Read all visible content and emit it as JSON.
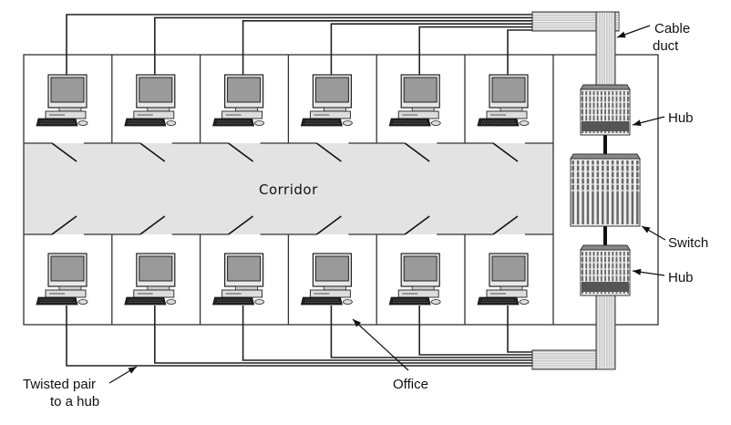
{
  "figure": {
    "corridor_label": "Corridor",
    "labels": {
      "cable_duct_line1": "Cable",
      "cable_duct_line2": "duct",
      "hub_top": "Hub",
      "switch": "Switch",
      "hub_bottom": "Hub",
      "office": "Office",
      "twisted_pair_line1": "Twisted pair",
      "twisted_pair_line2": "to a hub"
    },
    "offices_per_row": 6,
    "rows": [
      "top",
      "bottom"
    ],
    "devices": [
      {
        "name": "hub-top",
        "type": "hub",
        "connects": "top-row-offices"
      },
      {
        "name": "switch",
        "type": "switch",
        "connects": [
          "hub-top",
          "hub-bottom"
        ]
      },
      {
        "name": "hub-bottom",
        "type": "hub",
        "connects": "bottom-row-offices"
      }
    ],
    "colors": {
      "corridor_fill": "#e3e3e3",
      "line": "#222222",
      "monitor_screen": "#9a9a9a",
      "duct": "#bdbdbd"
    }
  }
}
